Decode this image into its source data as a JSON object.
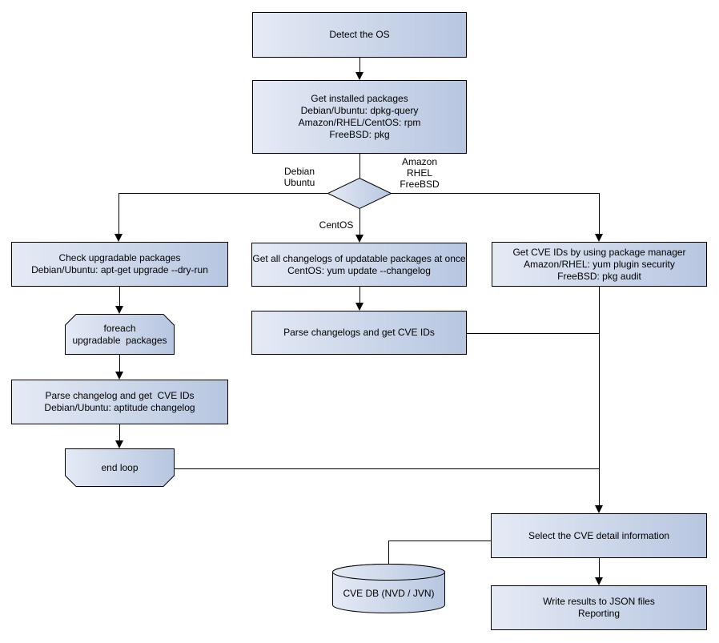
{
  "colors": {
    "fill_light": "#e5eaf5",
    "fill_dark": "#b7c6e0",
    "border": "#000000",
    "text": "#000000",
    "background": "#ffffff"
  },
  "nodes": {
    "detect_os": "Detect the OS",
    "get_installed_packages": "Get installed packages\nDebian/Ubuntu: dpkg-query\nAmazon/RHEL/CentOS: rpm\nFreeBSD: pkg",
    "check_upgradable": "Check upgradable packages\nDebian/Ubuntu: apt-get upgrade --dry-run",
    "foreach_loop": "foreach\nupgradable  packages",
    "parse_changelog_debian": "Parse changelog and get  CVE IDs\nDebian/Ubuntu: aptitude changelog",
    "end_loop": "end loop",
    "get_all_changelogs": "Get all changelogs of updatable packages at once\nCentOS: yum update --changelog",
    "parse_changelogs_centos": "Parse changelogs and get CVE IDs",
    "get_cve_ids_pkg_manager": "Get CVE IDs by using package manager\nAmazon/RHEL: yum plugin security\nFreeBSD: pkg audit",
    "select_cve_detail": "Select the CVE detail information",
    "cve_db": "CVE DB (NVD / JVN)",
    "write_results": "Write results to JSON files\nReporting"
  },
  "edge_labels": {
    "branch_left": "Debian\nUbuntu",
    "branch_right": "Amazon\nRHEL\nFreeBSD",
    "branch_down": "CentOS"
  }
}
